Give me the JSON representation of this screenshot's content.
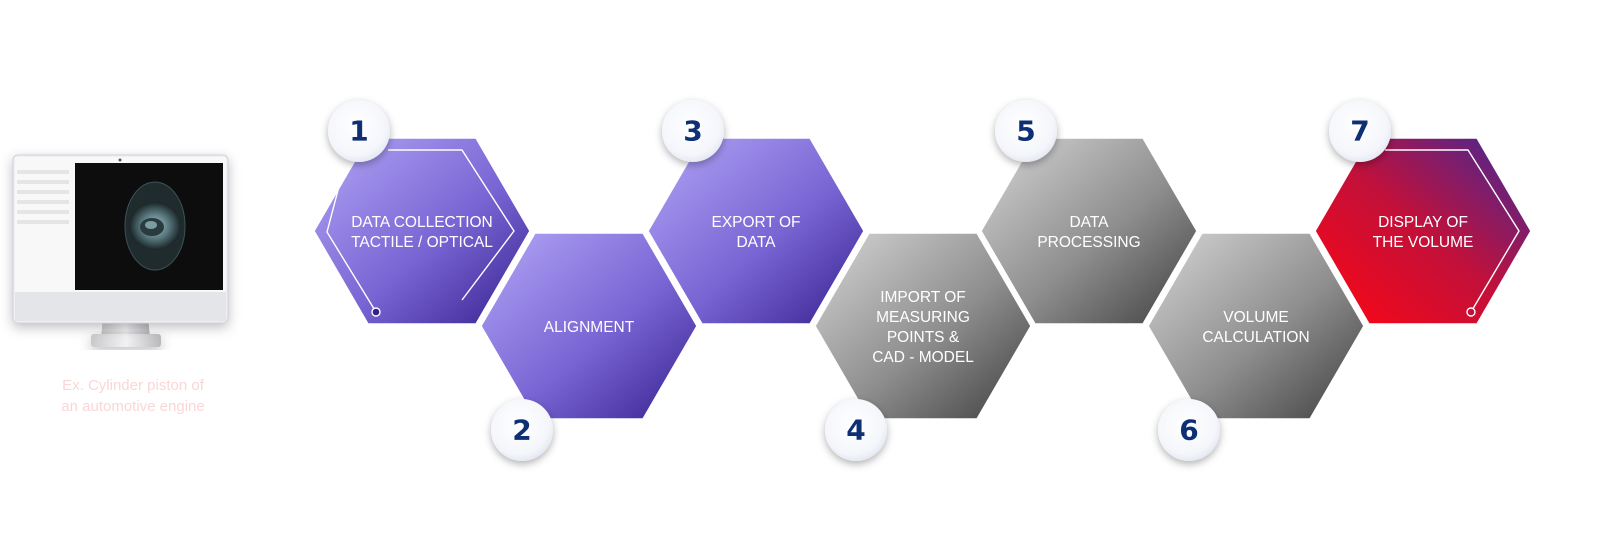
{
  "caption": {
    "line1": "Ex. Cylinder piston of",
    "line2": "an automotive engine",
    "color": "#fbd6d6"
  },
  "steps": [
    {
      "number": "1",
      "lines": [
        "DATA COLLECTION",
        "TACTILE / OPTICAL"
      ],
      "gradient": "purple"
    },
    {
      "number": "2",
      "lines": [
        "ALIGNMENT"
      ],
      "gradient": "purple"
    },
    {
      "number": "3",
      "lines": [
        "EXPORT OF",
        "DATA"
      ],
      "gradient": "purple"
    },
    {
      "number": "4",
      "lines": [
        "IMPORT OF",
        "MEASURING",
        "POINTS &",
        "CAD - MODEL"
      ],
      "gradient": "gray"
    },
    {
      "number": "5",
      "lines": [
        "DATA",
        "PROCESSING"
      ],
      "gradient": "gray"
    },
    {
      "number": "6",
      "lines": [
        "VOLUME",
        "CALCULATION"
      ],
      "gradient": "gray"
    },
    {
      "number": "7",
      "lines": [
        "DISPLAY OF",
        "THE VOLUME"
      ],
      "gradient": "red"
    }
  ],
  "colors": {
    "badge_number": "#0e2f73",
    "purple_light": "#a99bf4",
    "purple_dark": "#3b2596",
    "gray_light": "#d0d0d0",
    "gray_dark": "#4a4a4a",
    "red_bright": "#ee0b1f",
    "red_purple": "#4a2596"
  }
}
